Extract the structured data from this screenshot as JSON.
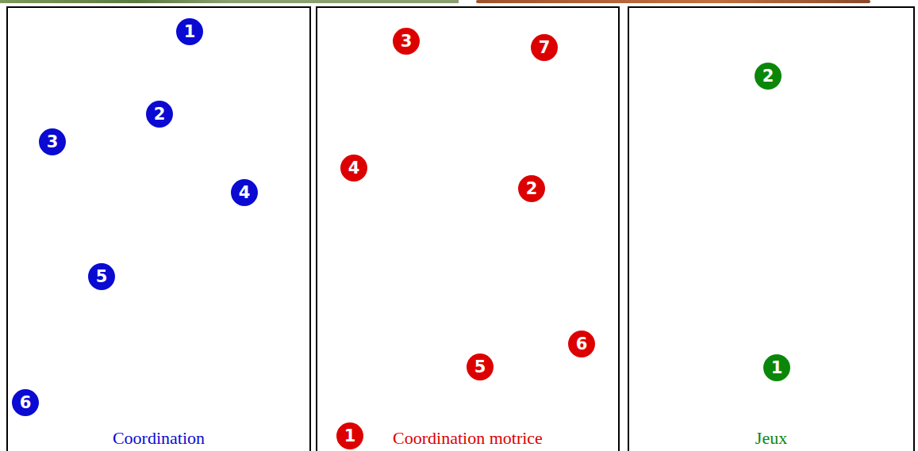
{
  "diagram": {
    "nodes": [
      {
        "text": [
          "Coordination"
        ]
      },
      {
        "text": [
          "1"
        ],
        "in": 0
      },
      {
        "text": [
          "2"
        ],
        "in": 0
      },
      {
        "text": [
          "3"
        ],
        "in": 0
      },
      {
        "text": [
          "4"
        ],
        "in": 0
      },
      {
        "text": [
          "5"
        ],
        "in": 0
      },
      {
        "text": [
          "6"
        ],
        "in": 0
      },
      {
        "text": [
          "Coordination motrice"
        ]
      },
      {
        "text": [
          "1"
        ],
        "in": 7
      },
      {
        "text": [
          "2"
        ],
        "in": 7
      },
      {
        "text": [
          "3"
        ],
        "in": 7
      },
      {
        "text": [
          "4"
        ],
        "in": 7
      },
      {
        "text": [
          "5"
        ],
        "in": 7
      },
      {
        "text": [
          "6"
        ],
        "in": 7
      },
      {
        "text": [
          "7"
        ],
        "in": 7
      },
      {
        "text": [
          "Jeux"
        ]
      },
      {
        "text": [
          "1"
        ],
        "in": 15
      },
      {
        "text": [
          "2"
        ],
        "in": 15
      }
    ]
  }
}
